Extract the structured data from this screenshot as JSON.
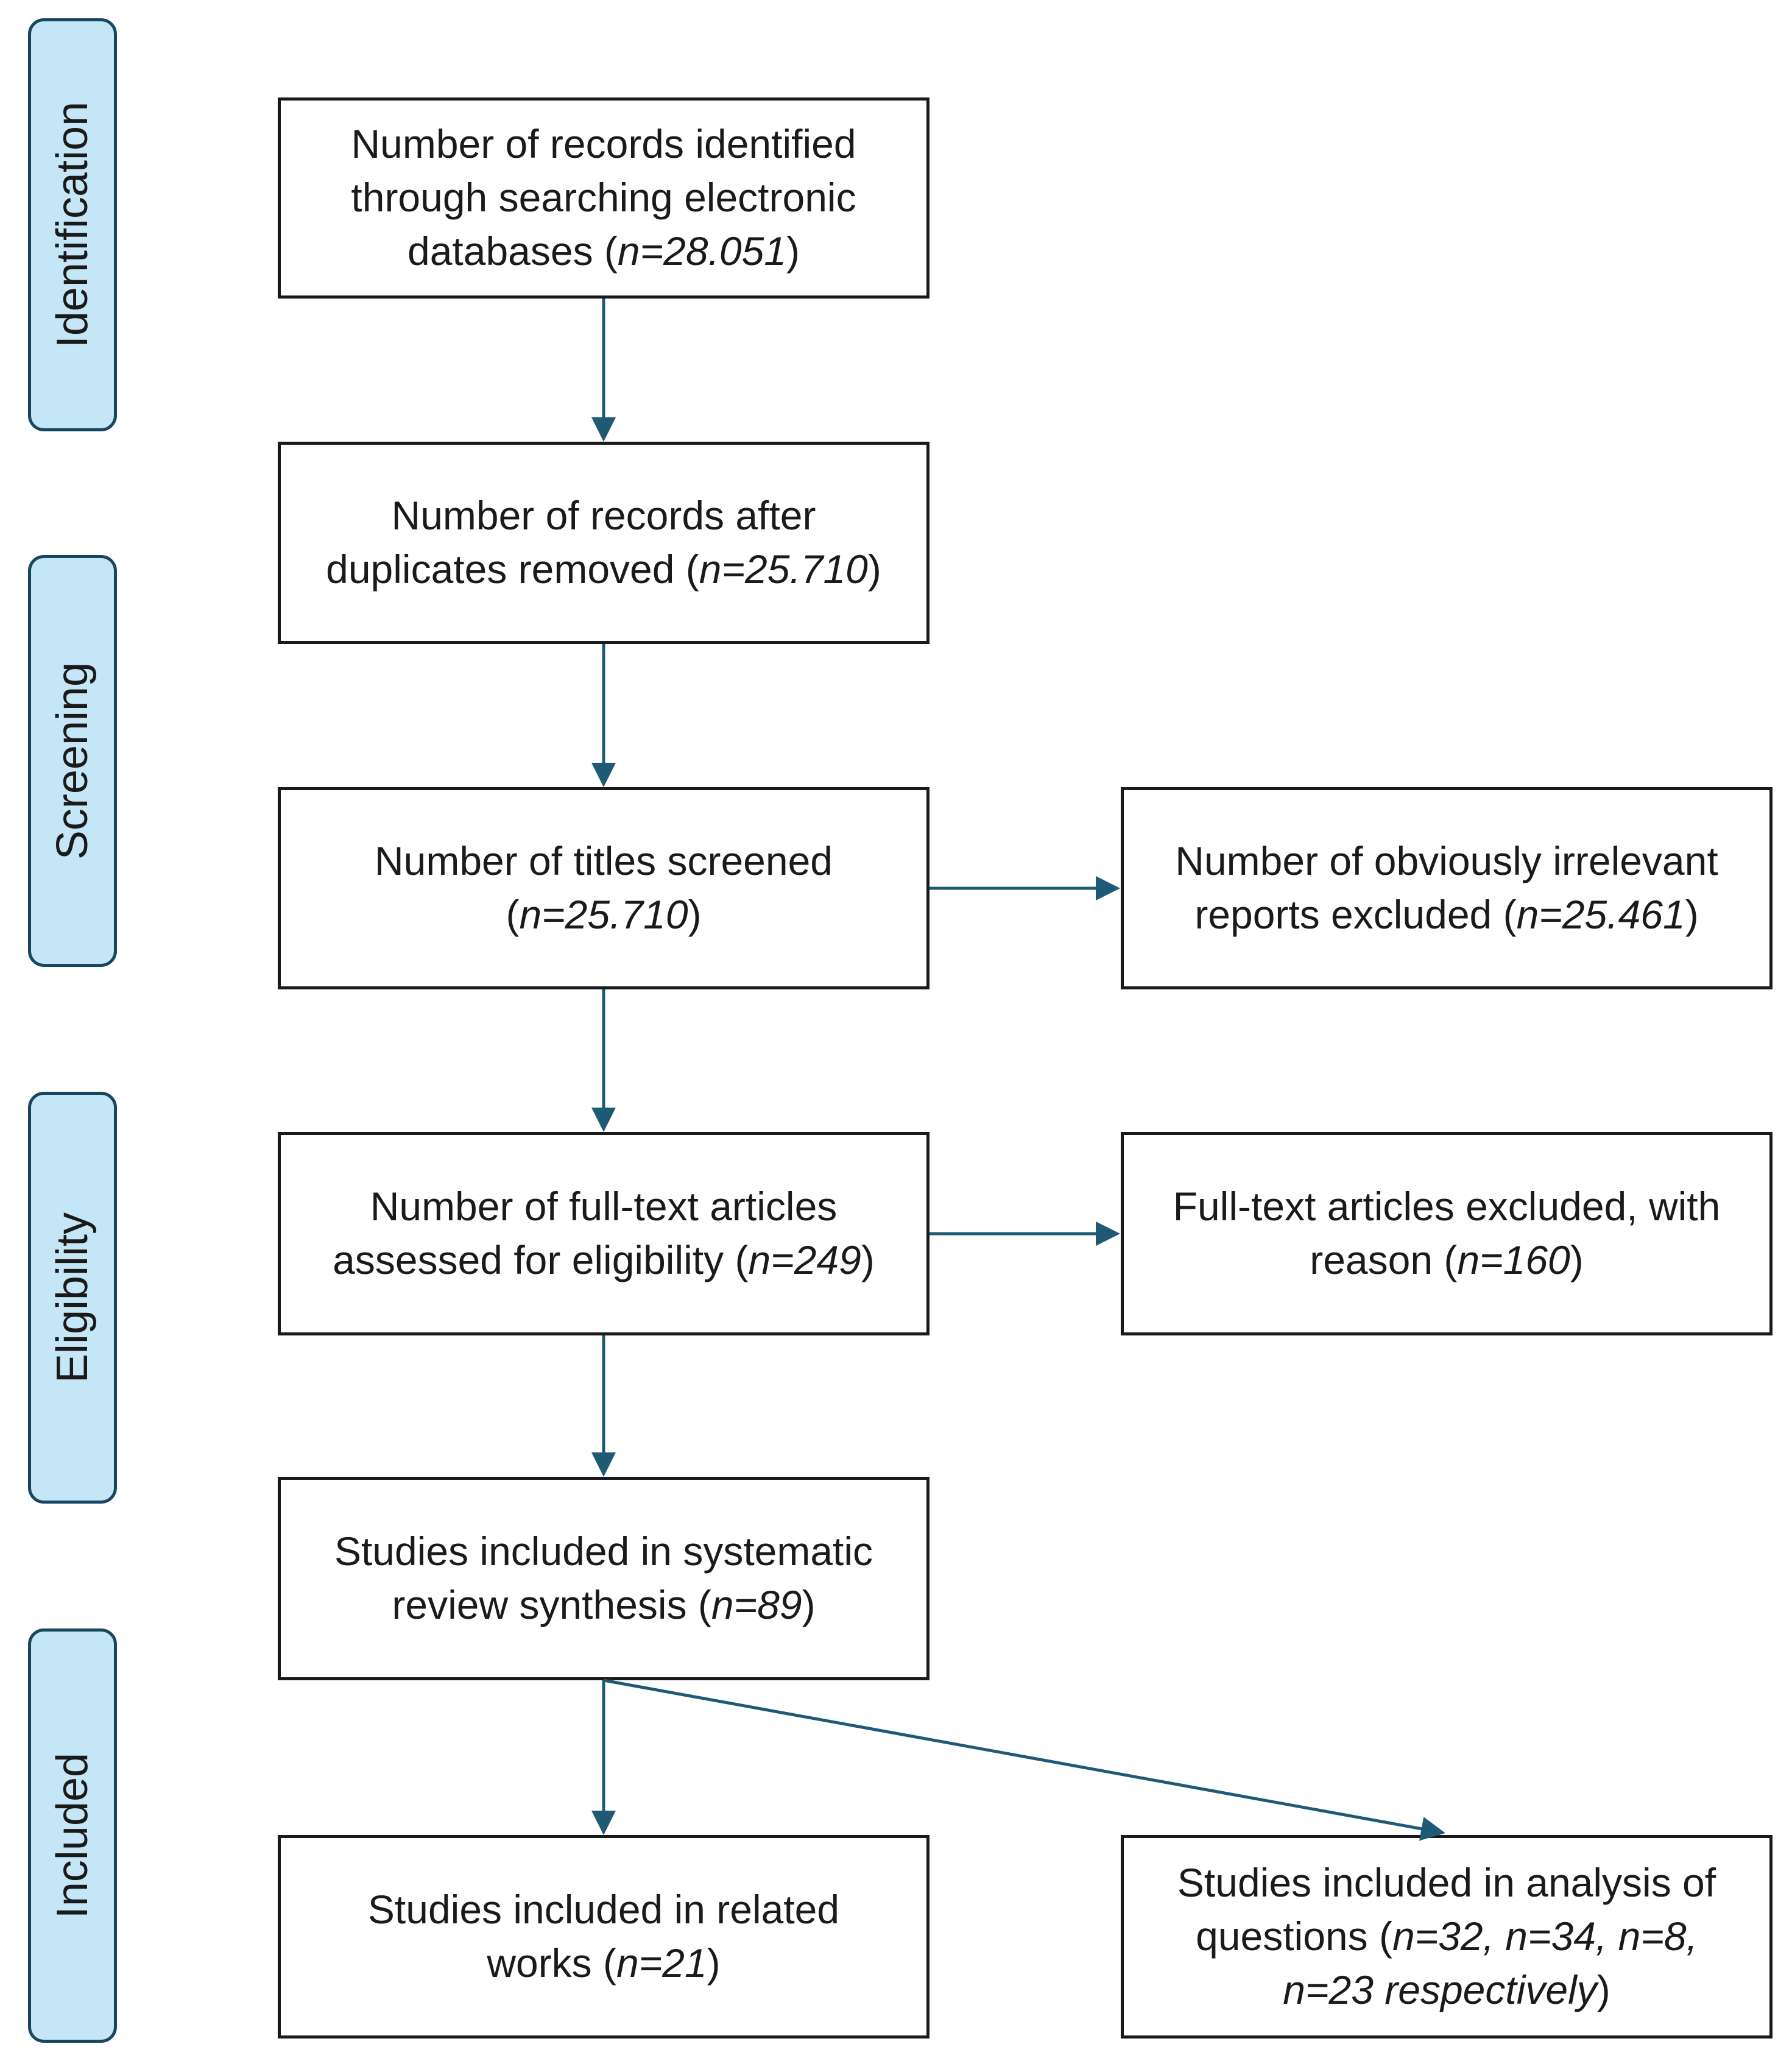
{
  "phases": {
    "identification": "Identification",
    "screening": "Screening",
    "eligibility": "Eligibility",
    "included": "Included"
  },
  "boxes": {
    "identified": {
      "text": "Number of records identified through searching electronic databases (",
      "n": "n=28.051",
      "end": ")"
    },
    "deduplicated": {
      "text": "Number of records after duplicates removed (",
      "n": "n=25.710",
      "end": ")"
    },
    "titles": {
      "text": "Number of titles screened (",
      "n": "n=25.710",
      "end": ")"
    },
    "irrelevant": {
      "text": "Number of obviously irrelevant reports excluded (",
      "n": "n=25.461",
      "end": ")"
    },
    "fulltext": {
      "text": "Number of full-text articles assessed for eligibility (",
      "n": "n=249",
      "end": ")"
    },
    "excluded": {
      "text": "Full-text articles excluded, with reason (",
      "n": "n=160",
      "end": ")"
    },
    "synthesis": {
      "text": "Studies included in systematic review synthesis (",
      "n": "n=89",
      "end": ")"
    },
    "related": {
      "text": "Studies included in related works (",
      "n": "n=21",
      "end": ")"
    },
    "analysis": {
      "text": "Studies included in analysis of questions (",
      "n": "n=32, n=34, n=8, n=23 respectively",
      "end": ")"
    }
  },
  "colors": {
    "arrow": "#1e5a73",
    "phase_fill": "#c5e6f6",
    "phase_border": "#16475f",
    "box_border": "#1a1a1a"
  }
}
